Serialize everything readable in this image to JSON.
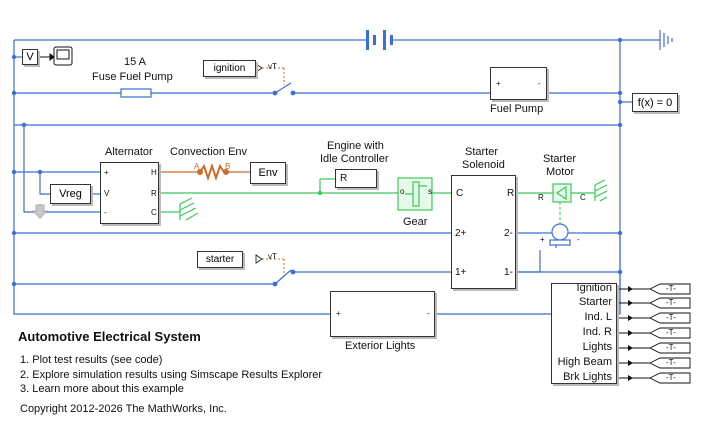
{
  "model_title": "Automotive Electrical System",
  "notes": [
    "1. Plot test results (see code)",
    "2. Explore simulation results using Simscape Results Explorer",
    "3. Learn more about this example"
  ],
  "copyright": "Copyright 2012-2026 The MathWorks, Inc.",
  "blocks": {
    "voltmeter": "V",
    "fuse_rating": "15 A",
    "fuse_name": "Fuse Fuel Pump",
    "ignition_input": "ignition",
    "fuel_pump": "Fuel Pump",
    "solver": "f(x) = 0",
    "alternator": "Alternator",
    "vreg": "Vreg",
    "convection": "Convection Env",
    "env": "Env",
    "engine_line1": "Engine with",
    "engine_line2": "Idle Controller",
    "engine_port": "R",
    "gear": "Gear",
    "solenoid_line1": "Starter",
    "solenoid_line2": "Solenoid",
    "motor_line1": "Starter",
    "motor_line2": "Motor",
    "starter_input": "starter",
    "exterior_lights": "Exterior Lights"
  },
  "ports": {
    "plus": "+",
    "minus": "-",
    "alt_H": "H",
    "alt_R": "R",
    "alt_C": "C",
    "alt_V": "V",
    "conv_A": "A",
    "conv_B": "B",
    "gear_o": "o",
    "gear_s": "s",
    "sol_C": "C",
    "sol_R": "R",
    "sol_2p": "2+",
    "sol_2m": "2-",
    "sol_1p": "1+",
    "sol_1m": "1-",
    "motor_R": "R",
    "motor_C": "C",
    "switch_vT": "vT"
  },
  "signals": {
    "items": [
      "Ignition",
      "Starter",
      "Ind. L",
      "Ind. R",
      "Lights",
      "High Beam",
      "Brk Lights"
    ],
    "goto_tag": "-T-"
  },
  "colors": {
    "electrical": "#3b6fd4",
    "mechanical": "#3cc85a",
    "thermal": "#c86c28",
    "block_border": "#333333"
  }
}
